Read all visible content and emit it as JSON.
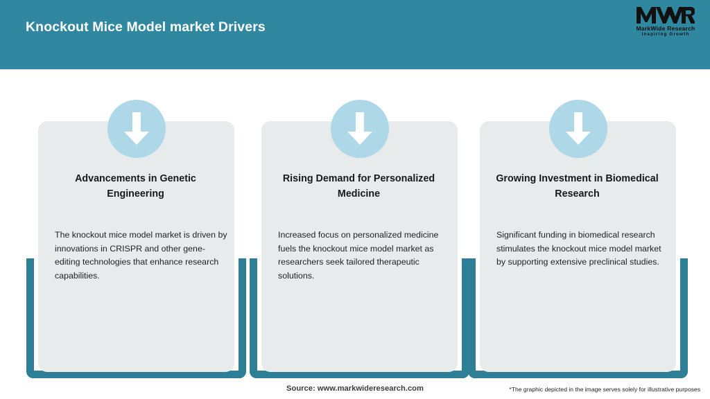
{
  "header": {
    "title": "Knockout Mice Model market Drivers",
    "background_color": "#2f88a0",
    "title_color": "#ffffff",
    "logo": {
      "mark": "MWR",
      "name": "MarkWide Research",
      "tagline": "Inspiring Growth"
    }
  },
  "theme": {
    "teal": "#2e7f96",
    "panel": "#e8ebec",
    "icon_circle": "#aed8e7",
    "arrow": "#ffffff"
  },
  "cards": [
    {
      "icon": "arrow-down-icon",
      "title": "Advancements in Genetic Engineering",
      "body": "The knockout mice model market is driven by innovations in CRISPR and other gene-editing technologies that enhance research capabilities."
    },
    {
      "icon": "arrow-down-icon",
      "title": "Rising Demand for Personalized Medicine",
      "body": "Increased focus on personalized medicine fuels the knockout mice model market as researchers seek tailored therapeutic solutions."
    },
    {
      "icon": "arrow-down-icon",
      "title": "Growing Investment in Biomedical Research",
      "body": "Significant funding in biomedical research stimulates the knockout mice model market by supporting extensive preclinical studies."
    }
  ],
  "footer": {
    "source": "Source: www.markwideresearch.com",
    "disclaimer": "*The graphic depicted in the image serves solely for illustrative purposes"
  }
}
